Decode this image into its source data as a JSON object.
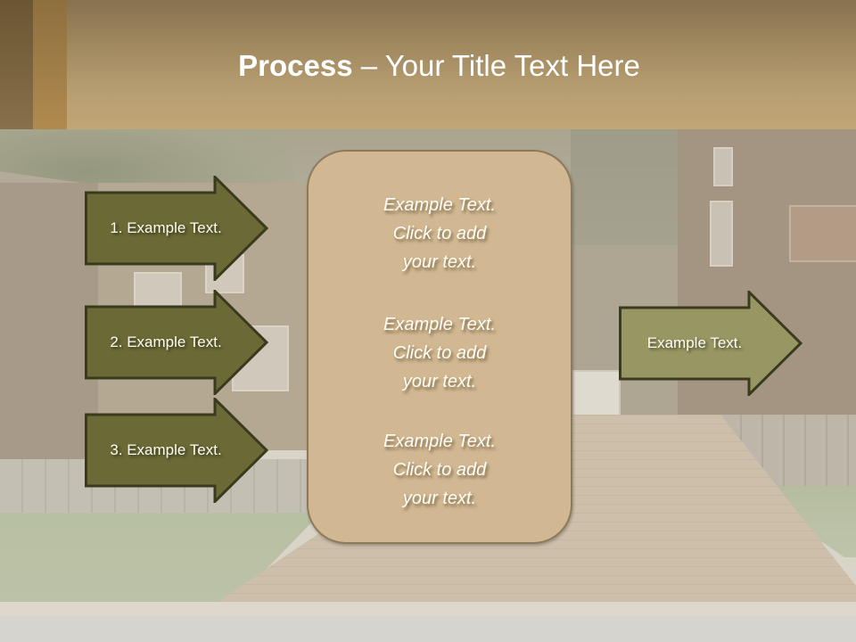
{
  "slide": {
    "title_bold": "Process",
    "title_rest": " – Your Title Text Here"
  },
  "left_arrows": [
    {
      "label": "1. Example Text."
    },
    {
      "label": "2. Example Text."
    },
    {
      "label": "3. Example Text."
    }
  ],
  "center_box": {
    "blocks": [
      {
        "line1": "Example Text.",
        "line2": "Click  to add",
        "line3": "your text."
      },
      {
        "line1": "Example Text.",
        "line2": "Click  to add",
        "line3": "your text."
      },
      {
        "line1": "Example Text.",
        "line2": "Click  to add",
        "line3": "your text."
      }
    ]
  },
  "right_arrow": {
    "label": "Example Text."
  },
  "colors": {
    "header_top": "#86724f",
    "header_bottom": "#c1a676",
    "left_arrow_fill": "#6b6a36",
    "right_arrow_fill": "#989763",
    "arrow_border": "#3a3a1e",
    "box_fill": "#d1b892",
    "box_border": "#8e7a5a"
  }
}
